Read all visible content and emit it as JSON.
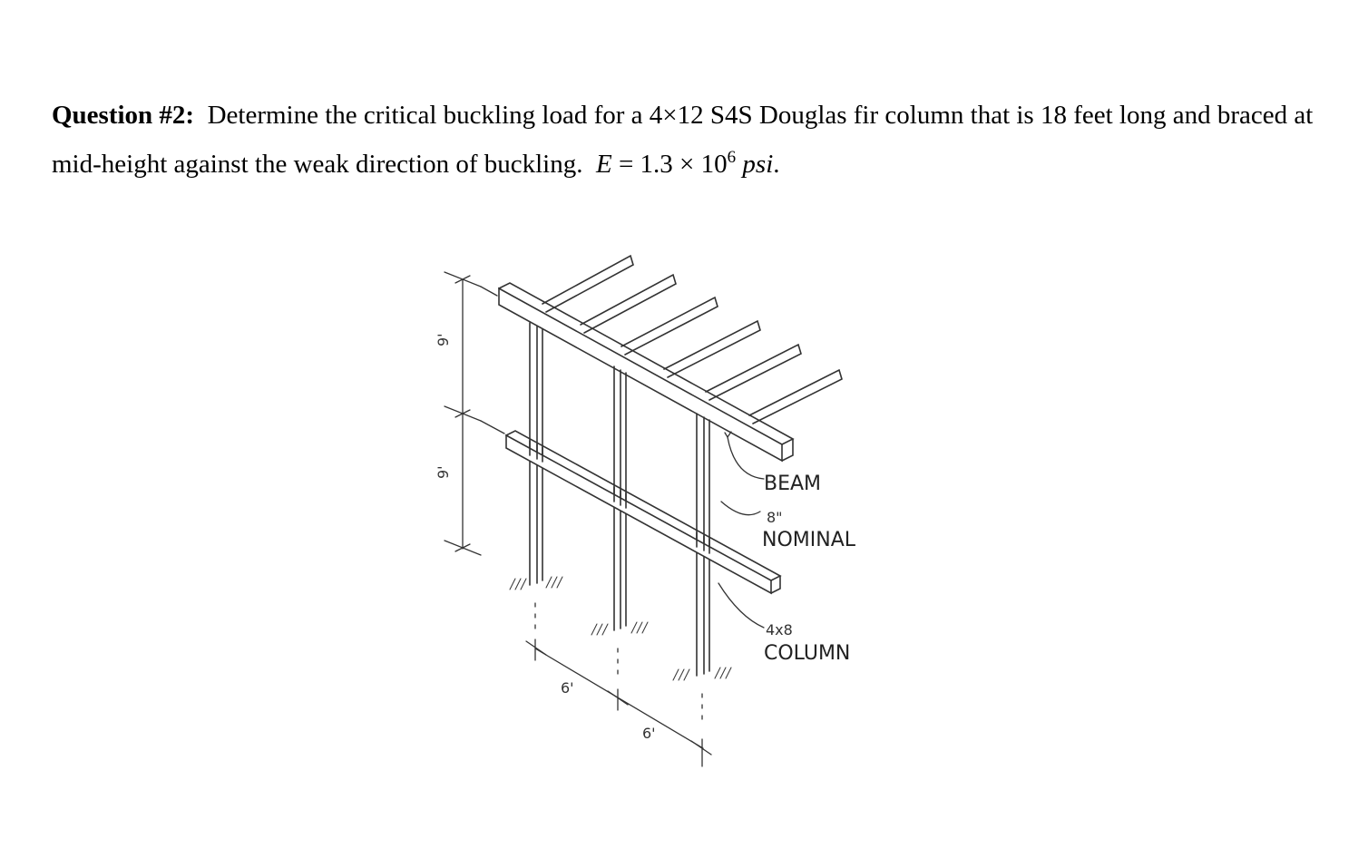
{
  "question": {
    "label": "Question #2:",
    "text": "Determine the critical buckling load for a 4×12 S4S Douglas fir column that is 18 feet long and braced at mid-height against the weak direction of buckling.",
    "math_lhs": "E",
    "math_eq": " = 1.3 × 10",
    "math_exp": "6",
    "math_unit": "psi",
    "math_end": "."
  },
  "figure": {
    "beam_label": "BEAM",
    "nominal_value": "8\"",
    "nominal_label": "NOMINAL",
    "column_size": "4x8",
    "column_label": "COLUMN",
    "dim_height_upper": "9'",
    "dim_height_lower": "9'",
    "dim_span_1": "6'",
    "dim_span_2": "6'"
  }
}
